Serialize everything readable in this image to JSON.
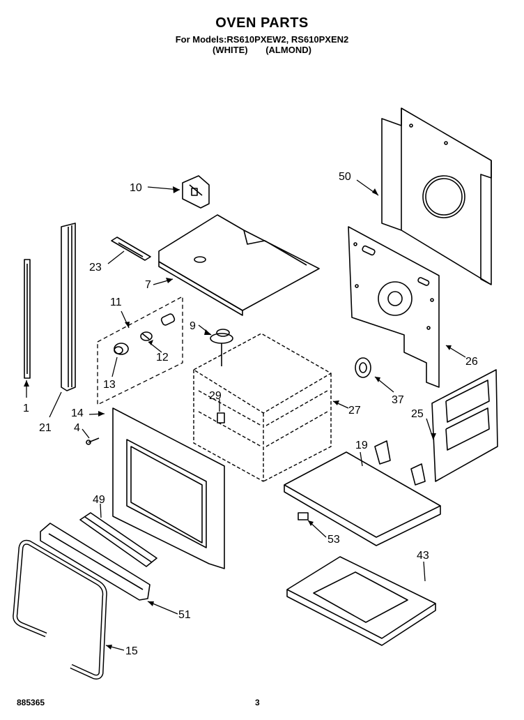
{
  "title": "OVEN PARTS",
  "models": "For Models:RS610PXEW2, RS610PXEN2",
  "variants": [
    "(WHITE)",
    "(ALMOND)"
  ],
  "footer": {
    "doc_number": "885365",
    "page": "3"
  },
  "callouts": [
    "1",
    "4",
    "7",
    "9",
    "10",
    "11",
    "12",
    "13",
    "14",
    "15",
    "19",
    "21",
    "23",
    "25",
    "26",
    "27",
    "29",
    "37",
    "43",
    "49",
    "50",
    "51",
    "53"
  ]
}
